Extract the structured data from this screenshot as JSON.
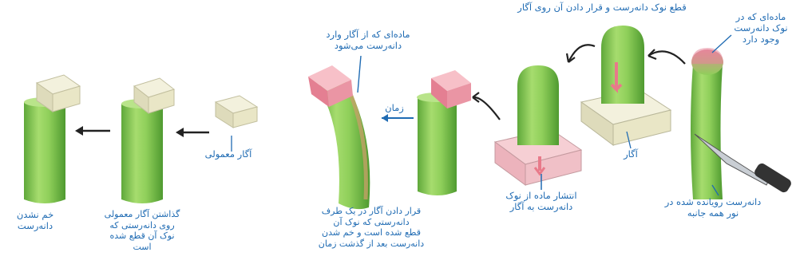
{
  "diagram": {
    "labels": {
      "tip_substance": "ماده‌ای که در\nنوک دانه‌رست\nوجود دارد",
      "cut_and_place": "قطع نوک دانه‌رست و قرار دادن آن روی آگار",
      "agar": "آگار",
      "spread": "انتشار ماده از نوک\nدانه‌رست به آگار",
      "seedling_uniform_light": "دانه‌رست رویانده شده در\nنور همه جانبه",
      "substance_enters": "ماده‌ای که از آگار وارد\nدانه‌رست می‌شود",
      "time": "زمان",
      "place_agar_one_side": "قرار دادن آگار در یک طرف\nدانه‌رستی که نوک آن\nقطع شده است و خم شدن\nدانه‌رست بعد از گذشت زمان",
      "plain_agar": "آگار معمولی",
      "place_plain_agar": "گذاشتن آگار معمولی\nروی دانه‌رستی که\nنوک آن قطع شده\nاست",
      "not_bent": "خم نشدن\nدانه‌رست"
    },
    "colors": {
      "stem": "#8fcf5a",
      "stem_dark": "#5fa83a",
      "agar": "#ece9cc",
      "agar_pink": "#f29aa8",
      "label": "#1f6bb3",
      "arrow": "#222222",
      "hormone": "#e87a8a"
    }
  }
}
